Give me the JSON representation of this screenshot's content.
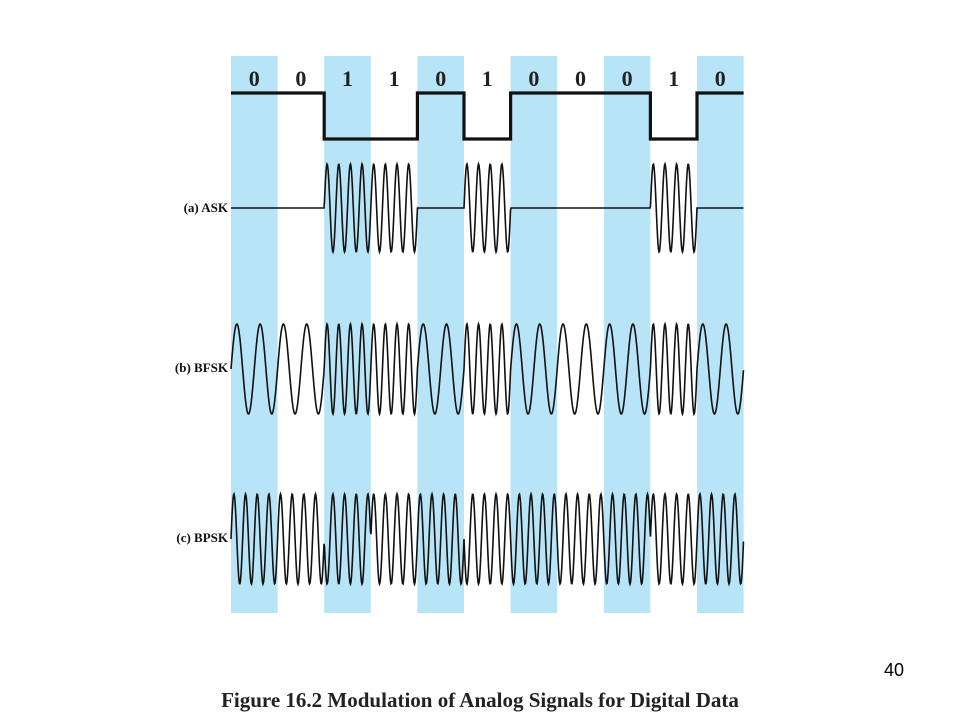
{
  "figure": {
    "bits": [
      0,
      0,
      1,
      1,
      0,
      1,
      0,
      0,
      0,
      1,
      0
    ],
    "rows": [
      {
        "id": "ask",
        "label": "(a) ASK"
      },
      {
        "id": "bfsk",
        "label": "(b) BFSK"
      },
      {
        "id": "bpsk",
        "label": "(c) BPSK"
      }
    ],
    "colors": {
      "stripe": "#b8e4f8",
      "line": "#111111",
      "text": "#222222"
    }
  },
  "page_number": "40",
  "caption": "Figure 16.2 Modulation of Analog Signals for Digital Data"
}
